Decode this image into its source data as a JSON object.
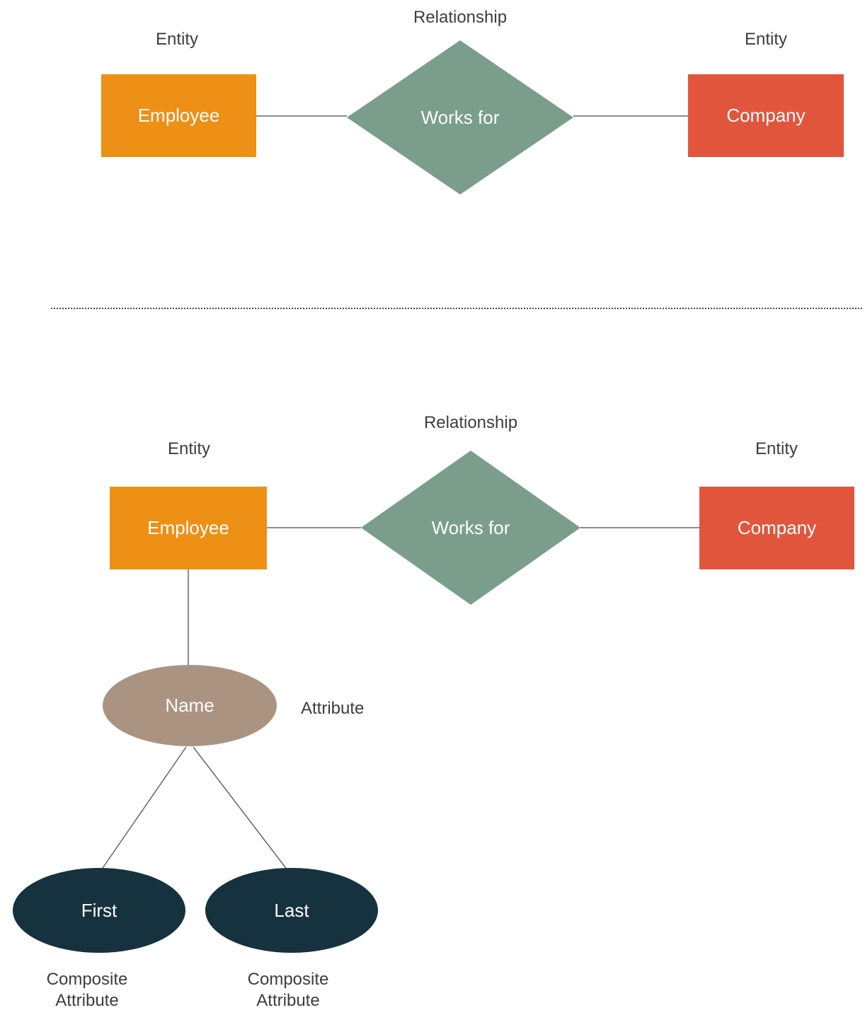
{
  "colors": {
    "entity_orange": "#EE9016",
    "entity_red": "#E2553D",
    "relationship_green": "#7A9E8B",
    "attribute_tan": "#AB9382",
    "composite_dark": "#16323E",
    "connector_gray": "#666666",
    "label_gray": "#3d3d3d"
  },
  "diagram_top": {
    "relationship_label": "Relationship",
    "entity_left_label": "Entity",
    "entity_right_label": "Entity",
    "employee_entity": "Employee",
    "relationship": "Works for",
    "company_entity": "Company"
  },
  "diagram_bottom": {
    "relationship_label": "Relationship",
    "entity_left_label": "Entity",
    "entity_right_label": "Entity",
    "employee_entity": "Employee",
    "relationship": "Works for",
    "company_entity": "Company",
    "attribute_label": "Attribute",
    "name_attribute": "Name",
    "first_attribute": "First",
    "last_attribute": "Last",
    "composite_label_first": "Composite\nAttribute",
    "composite_label_last": "Composite\nAttribute"
  }
}
